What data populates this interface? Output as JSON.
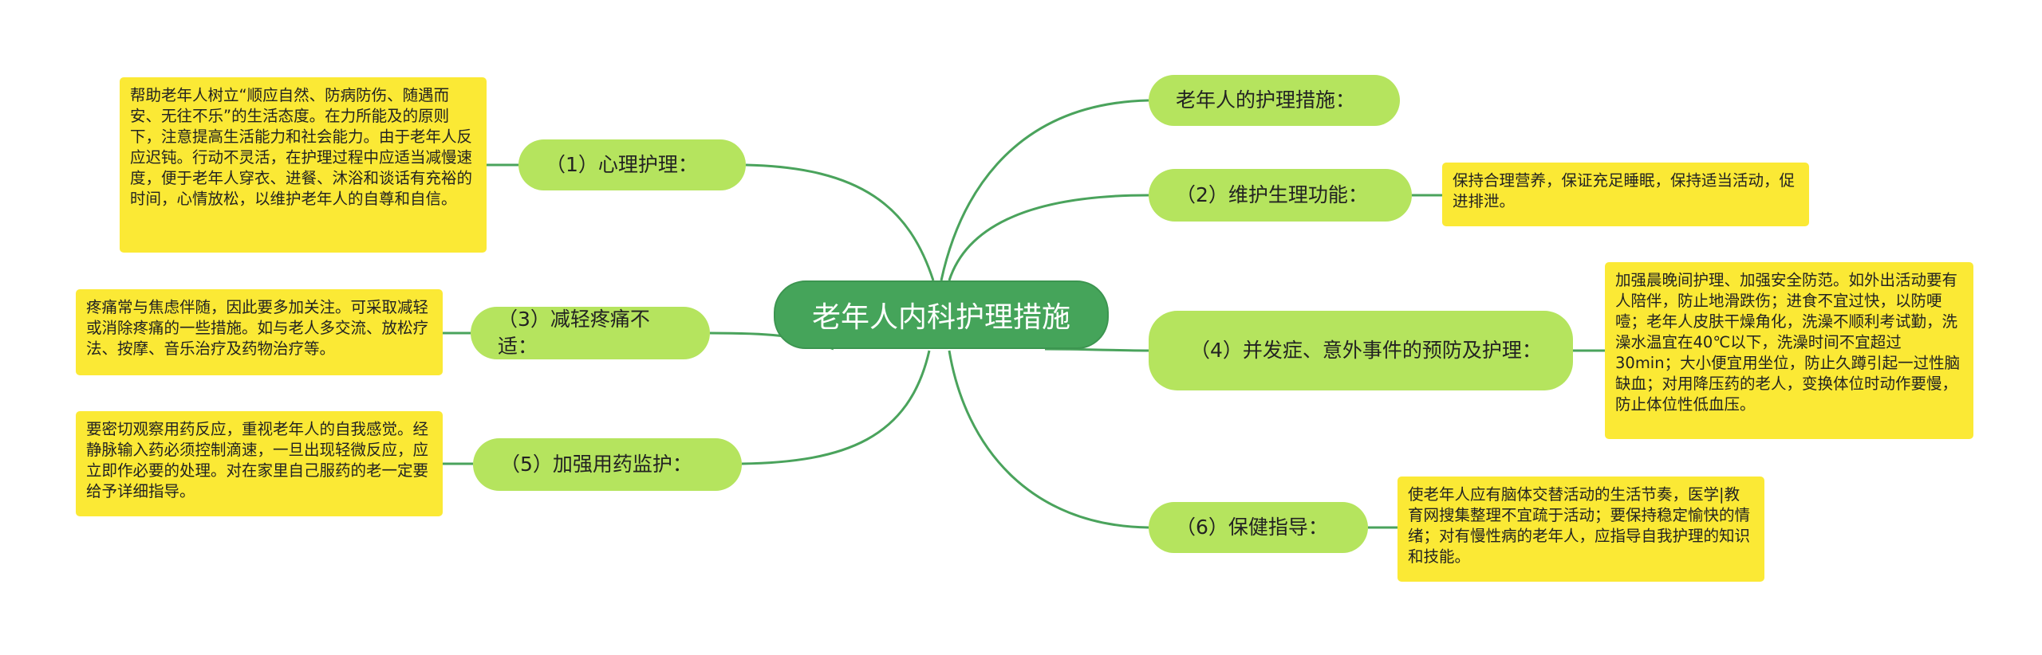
{
  "colors": {
    "central": "#45a45a",
    "branch": "#b5e45e",
    "note": "#fbe935",
    "line": "#4aa35c"
  },
  "central": "老年人内科护理措施",
  "branches": [
    {
      "id": "intro",
      "label": "老年人的护理措施："
    },
    {
      "id": "b1",
      "label": "（1）心理护理：",
      "note": "帮助老年人树立“顺应自然、防病防伤、随遇而安、无往不乐”的生活态度。在力所能及的原则下，注意提高生活能力和社会能力。由于老年人反应迟钝。行动不灵活，在护理过程中应适当减慢速度，便于老年人穿衣、进餐、沐浴和谈话有充裕的时间，心情放松，以维护老年人的自尊和自信。"
    },
    {
      "id": "b2",
      "label": "（2）维护生理功能：",
      "note": "保持合理营养，保证充足睡眠，保持适当活动，促进排泄。"
    },
    {
      "id": "b3",
      "label": "（3）减轻疼痛不适：",
      "note": "疼痛常与焦虑伴随，因此要多加关注。可采取减轻或消除疼痛的一些措施。如与老人多交流、放松疗法、按摩、音乐治疗及药物治疗等。"
    },
    {
      "id": "b4",
      "label": "（4）并发症、意外事件的预防及护理：",
      "note": "加强晨晚间护理、加强安全防范。如外出活动要有人陪伴，防止地滑跌伤；进食不宜过快，以防哽噎；老年人皮肤干燥角化，洗澡不顺利考试勤，洗澡水温宜在40℃以下，洗澡时间不宜超过30min；大小便宜用坐位，防止久蹲引起一过性脑缺血；对用降压药的老人，变换体位时动作要慢，防止体位性低血压。"
    },
    {
      "id": "b5",
      "label": "（5）加强用药监护：",
      "note": "要密切观察用药反应，重视老年人的自我感觉。经静脉输入药必须控制滴速，一旦出现轻微反应，应立即作必要的处理。对在家里自己服药的老一定要给予详细指导。"
    },
    {
      "id": "b6",
      "label": "（6）保健指导：",
      "note": "使老年人应有脑体交替活动的生活节奏，医学|教育网搜集整理不宜疏于活动；要保持稳定愉快的情绪；对有慢性病的老年人，应指导自我护理的知识和技能。"
    }
  ]
}
